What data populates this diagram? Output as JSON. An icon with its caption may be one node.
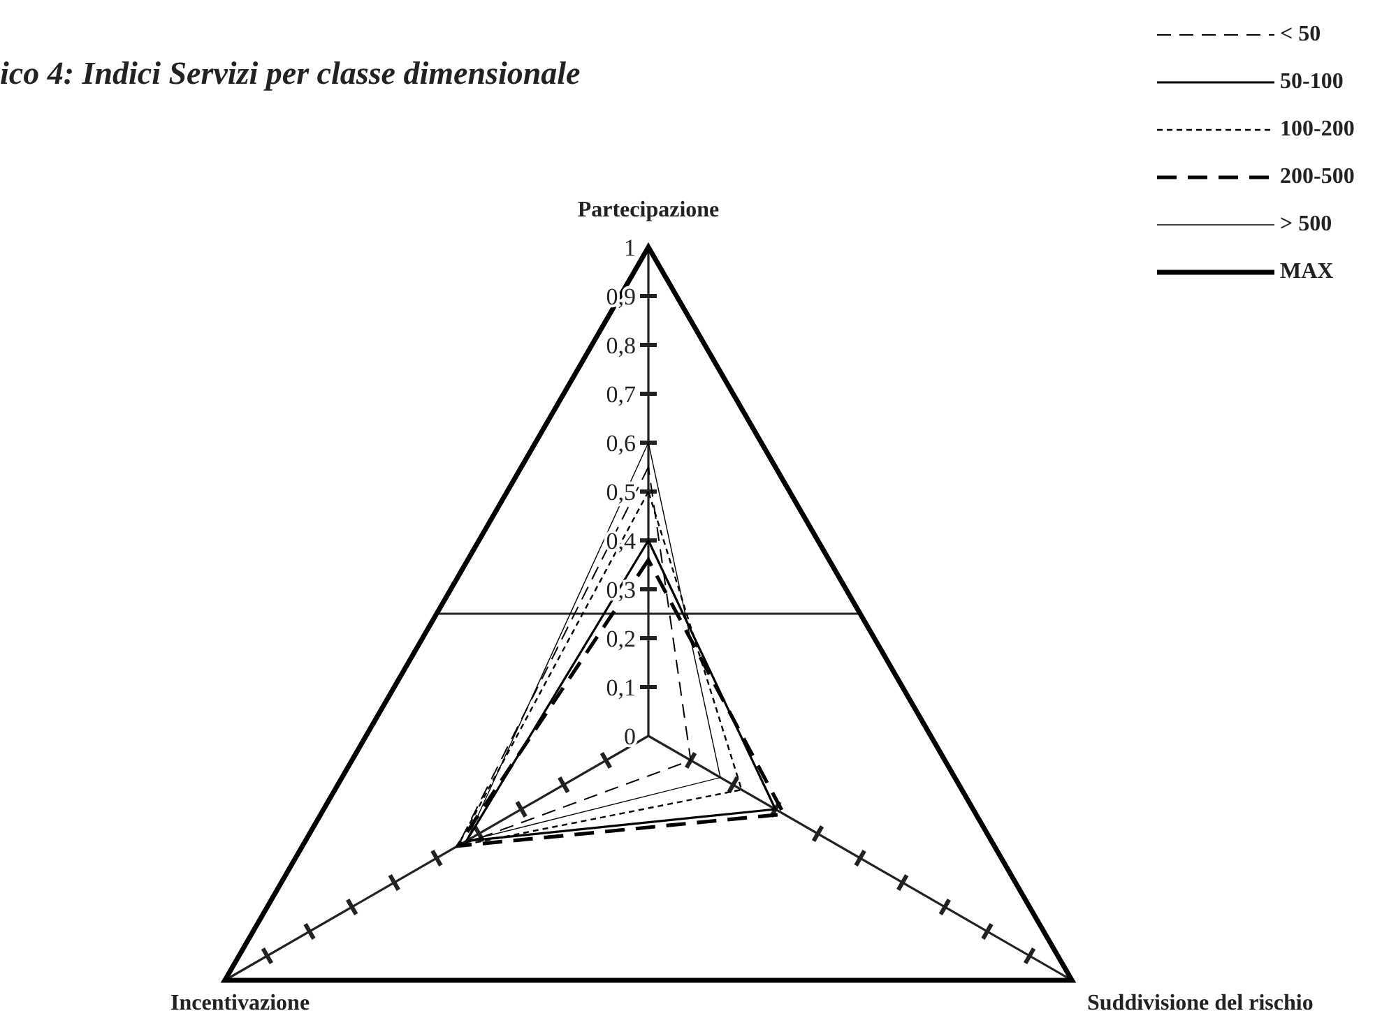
{
  "diagram": {
    "title": "ico 4: Indici Servizi per classe dimensionale",
    "labels": [
      "Partecipazione",
      "1",
      "0,9",
      "0,8",
      "0,7",
      "0,6",
      "0,5",
      "0,4",
      "0,3",
      "0,2",
      "0,1",
      "0",
      "Incentivazione",
      "Suddivisione del rischio"
    ],
    "legend": [
      {
        "text": "< 50"
      },
      {
        "text": "50-100"
      },
      {
        "text": "100-200"
      },
      {
        "text": "200-500"
      },
      {
        "text": "> 500"
      },
      {
        "text": "MAX"
      }
    ]
  }
}
